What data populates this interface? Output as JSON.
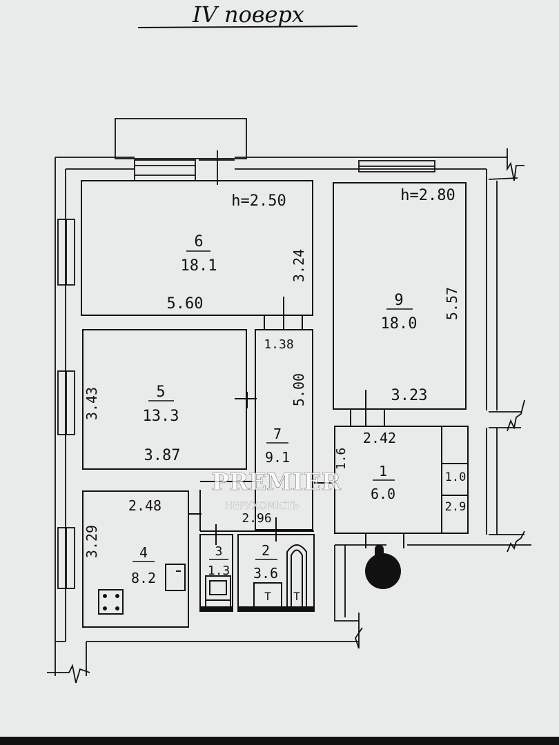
{
  "title": "IV поверх",
  "rooms": [
    {
      "number": "6",
      "area": "18.1",
      "height": "h=2.50",
      "dim_width": "5.60",
      "dim_depth": "3.24"
    },
    {
      "number": "9",
      "area": "18.0",
      "height": "h=2.80",
      "dim_width": "3.23",
      "dim_depth": "5.57"
    },
    {
      "number": "5",
      "area": "13.3",
      "dim_width": "3.87",
      "dim_depth": "3.43"
    },
    {
      "number": "7",
      "area": "9.1",
      "dim_width": "1.38",
      "dim_depth": "5.00",
      "dim_extra": "2.96"
    },
    {
      "number": "1",
      "area": "6.0",
      "dim_width": "2.42",
      "dim_depth": "1.6",
      "dim_extra": "1.0",
      "dim_extra2": "2.9"
    },
    {
      "number": "4",
      "area": "8.2",
      "dim_width": "2.48",
      "dim_depth": "3.29"
    },
    {
      "number": "3",
      "area": "1.3"
    },
    {
      "number": "2",
      "area": "3.6"
    }
  ],
  "fixtures": {
    "toilet_mark": "T"
  },
  "watermark": {
    "brand": "PREMIER",
    "sub": "НЕРУХОМІСТЬ"
  },
  "colors": {
    "paper": "#e9ebea",
    "ink": "#111111"
  }
}
